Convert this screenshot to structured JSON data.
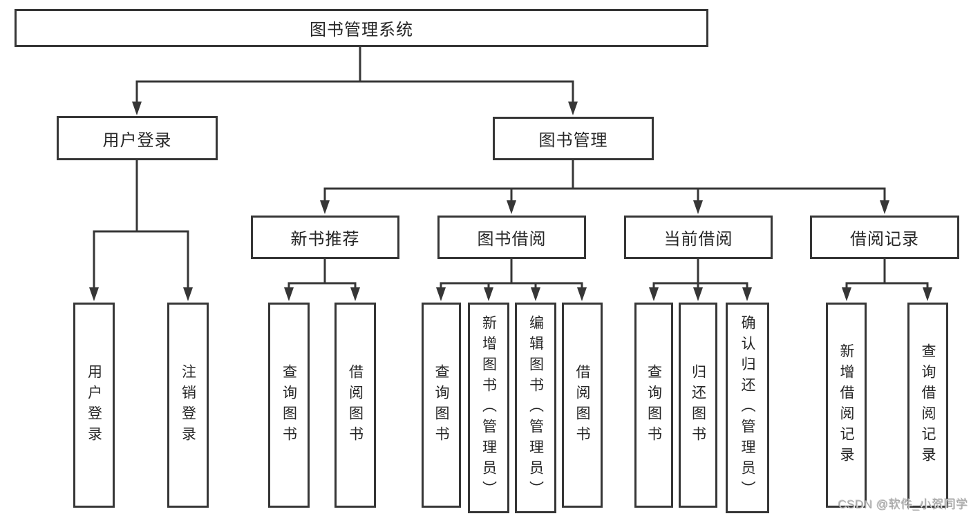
{
  "tree": {
    "label": "图书管理系统",
    "children": [
      {
        "label": "用户登录",
        "children": [
          {
            "label": "用户登录"
          },
          {
            "label": "注销登录"
          }
        ]
      },
      {
        "label": "图书管理",
        "children": [
          {
            "label": "新书推荐",
            "children": [
              {
                "label": "查询图书"
              },
              {
                "label": "借阅图书"
              }
            ]
          },
          {
            "label": "图书借阅",
            "children": [
              {
                "label": "查询图书"
              },
              {
                "label": "新增图书（管理员）"
              },
              {
                "label": "编辑图书（管理员）"
              },
              {
                "label": "借阅图书"
              }
            ]
          },
          {
            "label": "当前借阅",
            "children": [
              {
                "label": "查询图书"
              },
              {
                "label": "归还图书"
              },
              {
                "label": "确认归还（管理员）"
              }
            ]
          },
          {
            "label": "借阅记录",
            "children": [
              {
                "label": "新增借阅记录"
              },
              {
                "label": "查询借阅记录"
              }
            ]
          }
        ]
      }
    ]
  },
  "watermark": "CSDN @软件_小贺同学",
  "colors": {
    "line": "#363636",
    "box_border": "#363636",
    "text": "#262626",
    "background": "#ffffff",
    "watermark_text": "#a8a8a8"
  }
}
